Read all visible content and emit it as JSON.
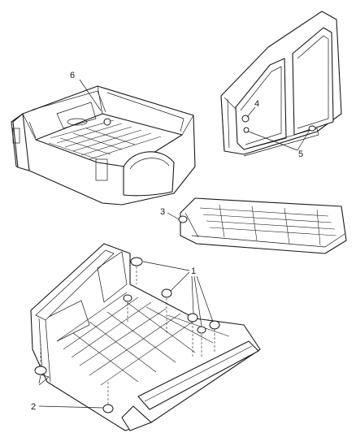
{
  "callouts": [
    {
      "id": "1",
      "label": "1"
    },
    {
      "id": "2",
      "label": "2"
    },
    {
      "id": "3",
      "label": "3"
    },
    {
      "id": "4",
      "label": "4"
    },
    {
      "id": "5",
      "label": "5"
    },
    {
      "id": "6",
      "label": "6"
    }
  ],
  "views": [
    "truck-bed",
    "body-side-aperture",
    "floor-pan-section",
    "floor-pan-assembly"
  ]
}
